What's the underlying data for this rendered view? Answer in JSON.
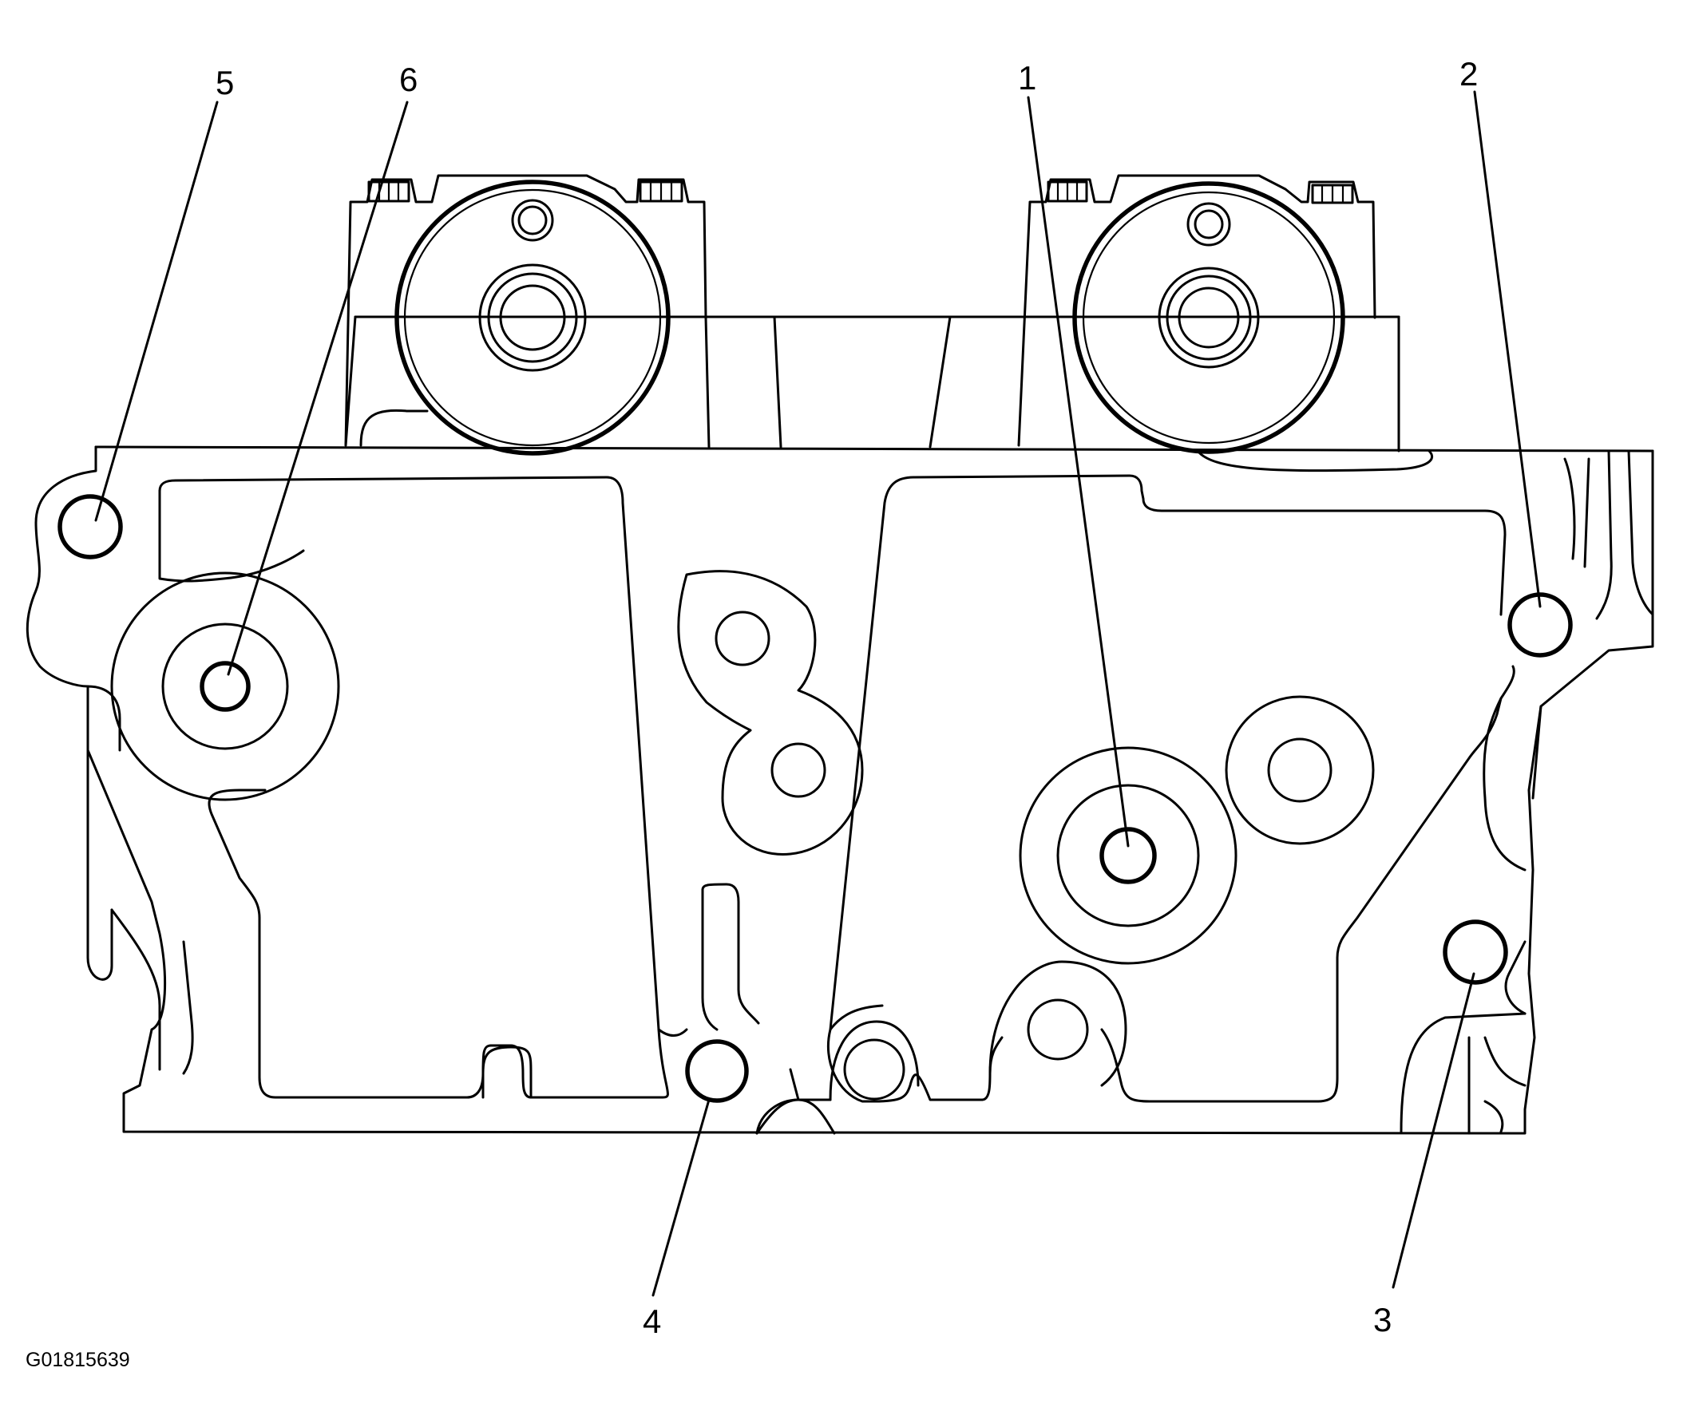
{
  "callouts": {
    "c1": "1",
    "c2": "2",
    "c3": "3",
    "c4": "4",
    "c5": "5",
    "c6": "6"
  },
  "figure_id": "G01815639"
}
